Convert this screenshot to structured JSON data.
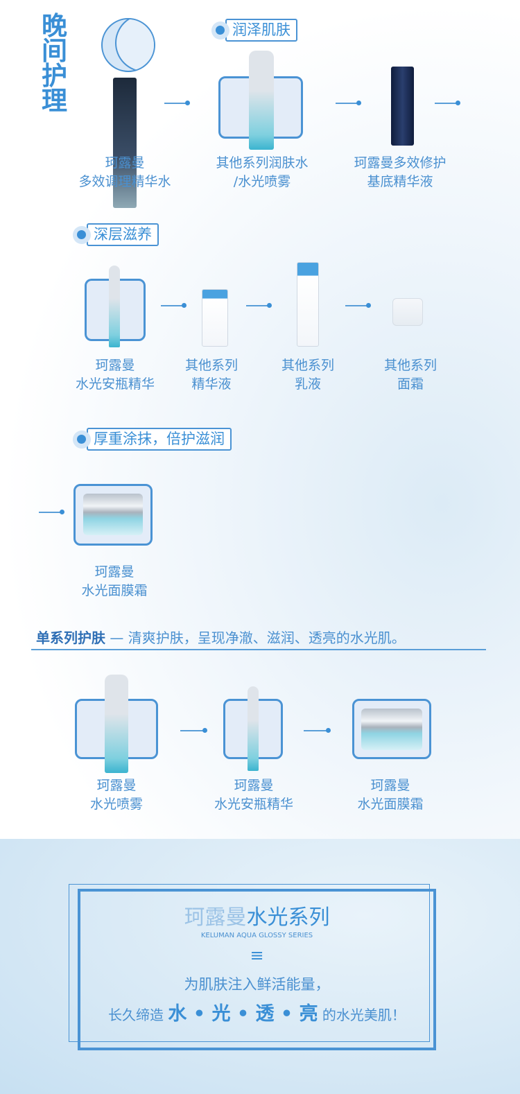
{
  "section_title": "晚间护理",
  "tags": {
    "moisturize": "润泽肌肤",
    "nourish": "深层滋养",
    "thick": "厚重涂抹，倍护滋润"
  },
  "row1": [
    {
      "line1": "珂露曼",
      "line2": "多效调理精华水"
    },
    {
      "line1": "其他系列润肤水",
      "line2": "/水光喷雾"
    },
    {
      "line1": "珂露曼多效修护",
      "line2": "基底精华液"
    }
  ],
  "row2": [
    {
      "line1": "珂露曼",
      "line2": "水光安瓶精华"
    },
    {
      "line1": "其他系列",
      "line2": "精华液"
    },
    {
      "line1": "其他系列",
      "line2": "乳液"
    },
    {
      "line1": "其他系列",
      "line2": "面霜"
    }
  ],
  "row3": [
    {
      "line1": "珂露曼",
      "line2": "水光面膜霜"
    }
  ],
  "single_series": {
    "bold": "单系列护肤",
    "text": " — 清爽护肤，呈现净澈、滋润、透亮的水光肌。"
  },
  "row4": [
    {
      "line1": "珂露曼",
      "line2": "水光喷雾"
    },
    {
      "line1": "珂露曼",
      "line2": "水光安瓶精华"
    },
    {
      "line1": "珂露曼",
      "line2": "水光面膜霜"
    }
  ],
  "summary": {
    "title_light": "珂露曼",
    "title_strong": "水光系列",
    "subtitle": "KELUMAN AQUA GLOSSY SERIES",
    "equals": "≡",
    "line1": "为肌肤注入鲜活能量，",
    "line2_pre": "长久缔造 ",
    "line2_em": "水 • 光 • 透 • 亮",
    "line2_post": " 的水光美肌！"
  },
  "colors": {
    "accent": "#3a8fd6",
    "frame": "#e3ecf8"
  }
}
